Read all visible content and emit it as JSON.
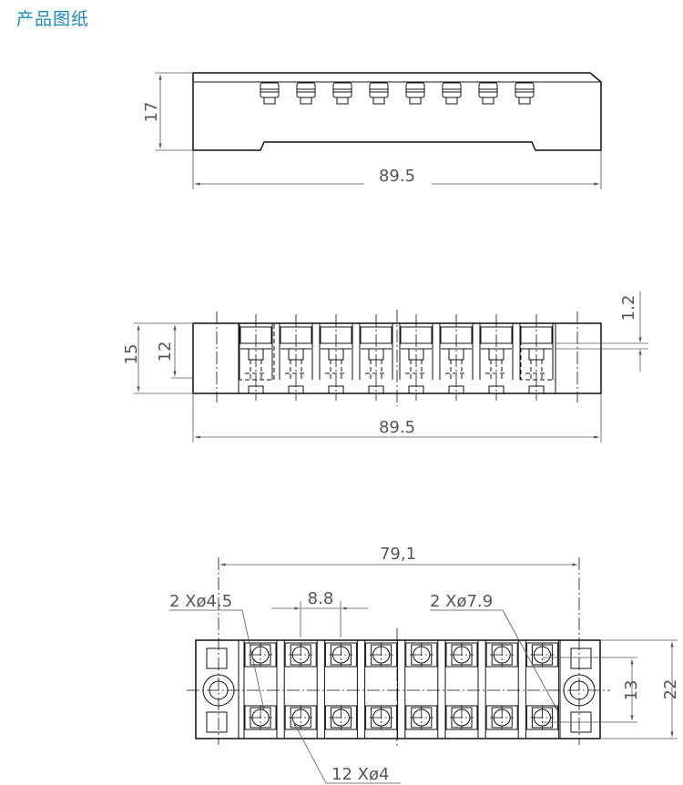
{
  "page": {
    "title": "产品图纸"
  },
  "top_view": {
    "height_label": "17",
    "width_label": "89.5",
    "screw_count": 8
  },
  "side_view": {
    "height_label": "15",
    "inner_height_label": "12",
    "thickness_label": "1.2",
    "width_label": "89.5",
    "terminal_count": 8
  },
  "plan_view": {
    "hole_span_label": "79,1",
    "pitch_label": "8.8",
    "mount_hole_label": "2 Xø4.5",
    "counterbore_label": "2 Xø7.9",
    "terminal_hole_label": "12 Xø4",
    "row_spacing_label": "13",
    "width_label": "22"
  }
}
